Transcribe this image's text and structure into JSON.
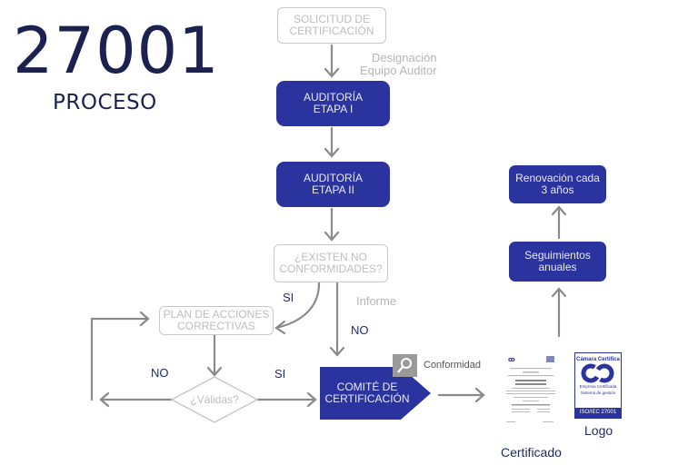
{
  "title": {
    "number": "27001",
    "subtitle": "PROCESO"
  },
  "nodes": {
    "solicitud": "SOLICITUD DE\nCERTIFICACIÓN",
    "auditoria1": "AUDITORÍA\nETAPA I",
    "auditoria2": "AUDITORÍA\nETAPA II",
    "existen": "¿EXISTEN NO\nCONFORMIDADES?",
    "plan": "PLAN DE ACCIONES\nCORRECTIVAS",
    "validas": "¿Válidas?",
    "comite": "COMITÉ DE\nCERTIFICACIÓN",
    "seguimientos": "Seguimientos\nanuales",
    "renovacion": "Renovación cada\n3 años"
  },
  "labels": {
    "designacion": "Designación\nEquipo Auditor",
    "si_existen": "SI",
    "informe": "Informe",
    "no_existen": "NO",
    "no_validas": "NO",
    "si_validas": "SI",
    "conformidad": "Conformidad",
    "certificado": "Certificado",
    "logo": "Logo"
  },
  "logo_card": {
    "header": "Cámara Certifica",
    "line1": "Empresa Certificada",
    "line2": "Sistema de gestión",
    "footer": "ISO/IEC 27001"
  },
  "certificate_doc": {
    "heading": "CERTIFICA",
    "company": "SERGEN CONSULTORÍA\nEMPRESARIAL, S.L."
  },
  "colors": {
    "navy": "#1c2150",
    "accent": "#2b339e",
    "outline": "#c9c9c9",
    "arrow": "#8a8a8a"
  }
}
